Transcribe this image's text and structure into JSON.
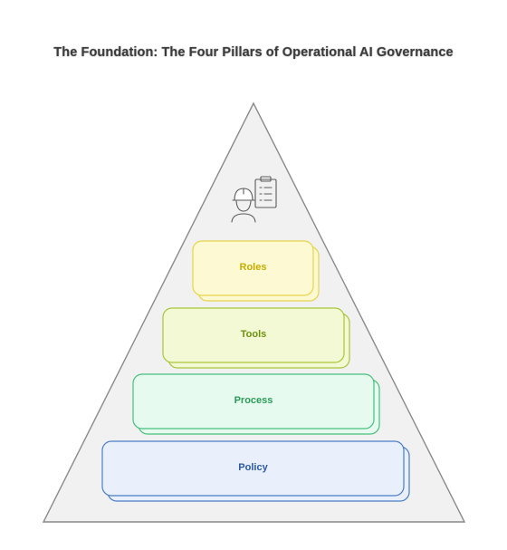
{
  "title": "The Foundation: The Four Pillars of Operational AI Governance",
  "layers": [
    {
      "label": "Roles",
      "fill": "#fdf9d2",
      "stroke": "#e7d44a",
      "text": "#c8ad00"
    },
    {
      "label": "Tools",
      "fill": "#f4f9d5",
      "stroke": "#a8c53a",
      "text": "#6f9210"
    },
    {
      "label": "Process",
      "fill": "#e7faf0",
      "stroke": "#46c07c",
      "text": "#2b9c58"
    },
    {
      "label": "Policy",
      "fill": "#e9effb",
      "stroke": "#4a7ec6",
      "text": "#2b5aa8"
    }
  ],
  "icon": "worker-with-clipboard-icon"
}
